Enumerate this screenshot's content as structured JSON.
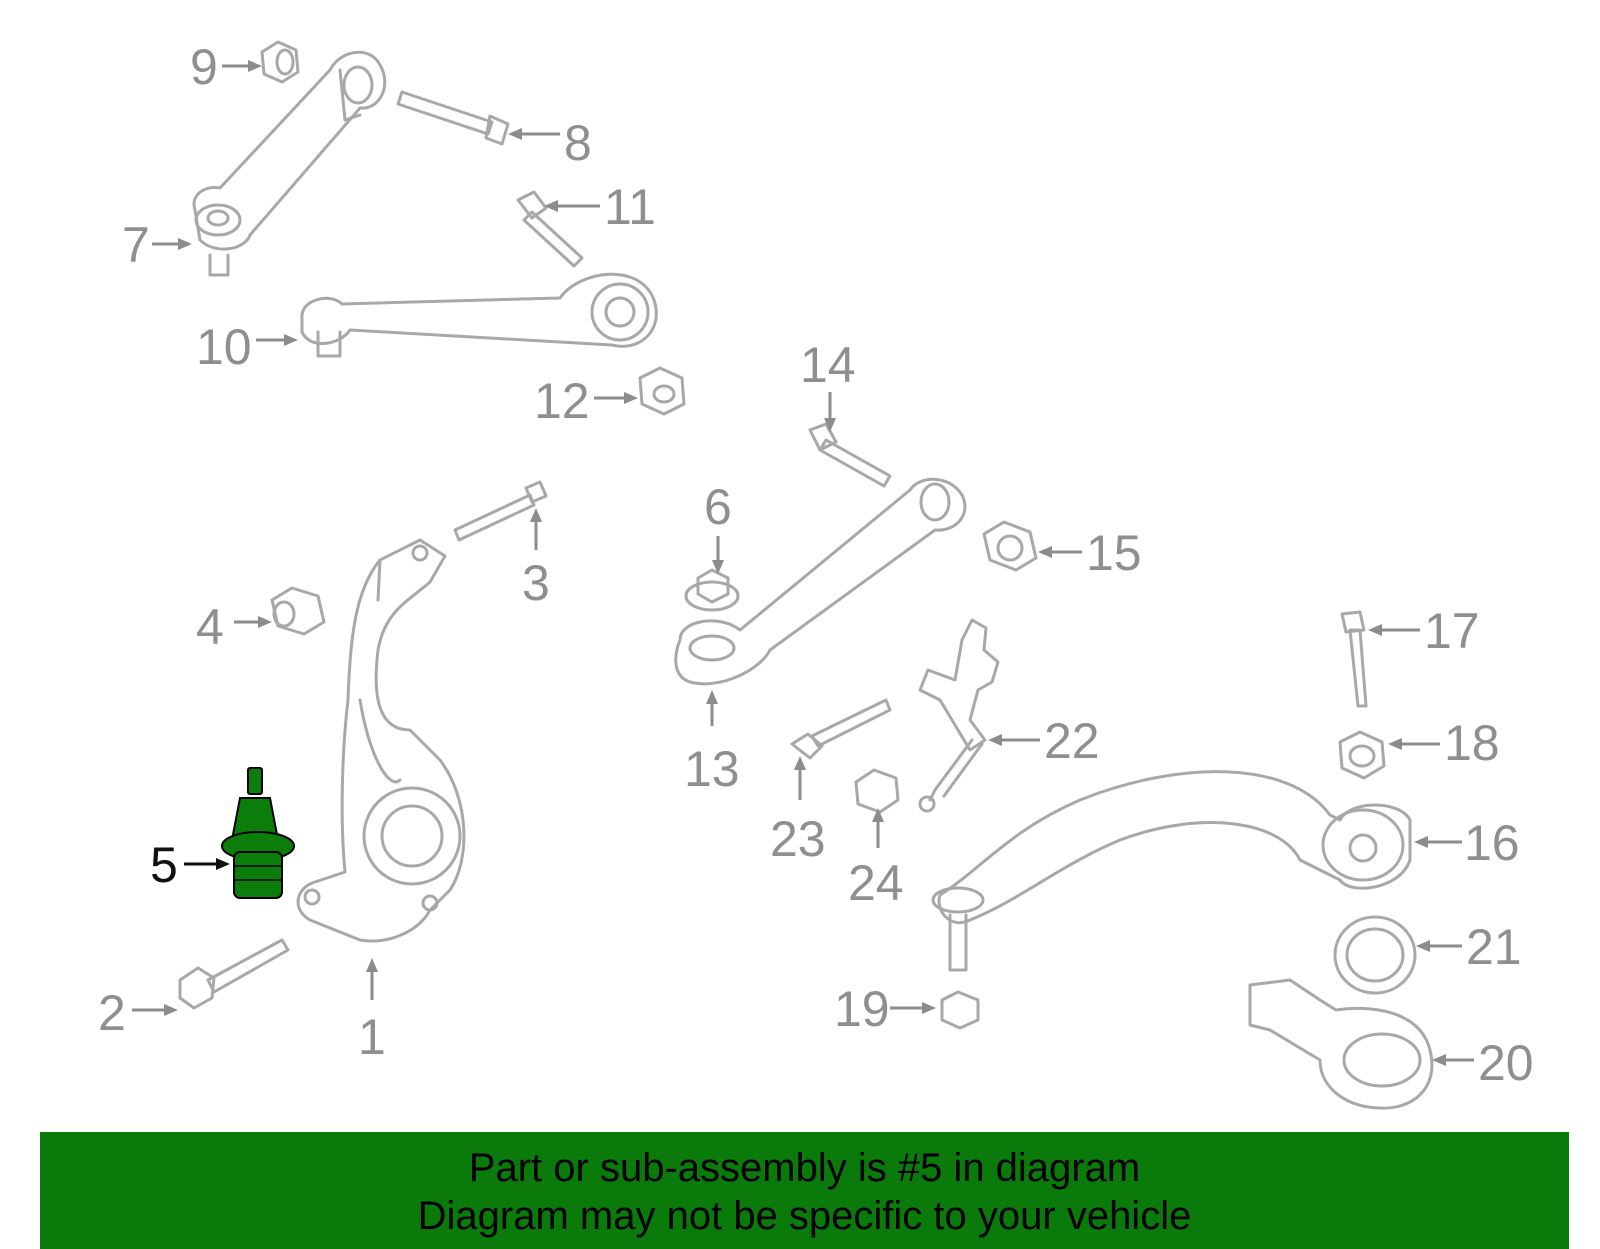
{
  "diagram": {
    "highlight_color": "#0b7d0b",
    "line_color": "#a8a8a8",
    "highlighted_part": "5",
    "callouts": [
      {
        "id": "c1",
        "label": "1"
      },
      {
        "id": "c2",
        "label": "2"
      },
      {
        "id": "c3",
        "label": "3"
      },
      {
        "id": "c4",
        "label": "4"
      },
      {
        "id": "c5",
        "label": "5"
      },
      {
        "id": "c6",
        "label": "6"
      },
      {
        "id": "c7",
        "label": "7"
      },
      {
        "id": "c8",
        "label": "8"
      },
      {
        "id": "c9",
        "label": "9"
      },
      {
        "id": "c10",
        "label": "10"
      },
      {
        "id": "c11",
        "label": "11"
      },
      {
        "id": "c12",
        "label": "12"
      },
      {
        "id": "c13",
        "label": "13"
      },
      {
        "id": "c14",
        "label": "14"
      },
      {
        "id": "c15",
        "label": "15"
      },
      {
        "id": "c16",
        "label": "16"
      },
      {
        "id": "c17",
        "label": "17"
      },
      {
        "id": "c18",
        "label": "18"
      },
      {
        "id": "c19",
        "label": "19"
      },
      {
        "id": "c20",
        "label": "20"
      },
      {
        "id": "c21",
        "label": "21"
      },
      {
        "id": "c22",
        "label": "22"
      },
      {
        "id": "c23",
        "label": "23"
      },
      {
        "id": "c24",
        "label": "24"
      }
    ]
  },
  "banner": {
    "line1": "Part or sub-assembly is #5 in diagram",
    "line2": "Diagram may not be specific to your vehicle",
    "background": "#0a7a0a"
  }
}
